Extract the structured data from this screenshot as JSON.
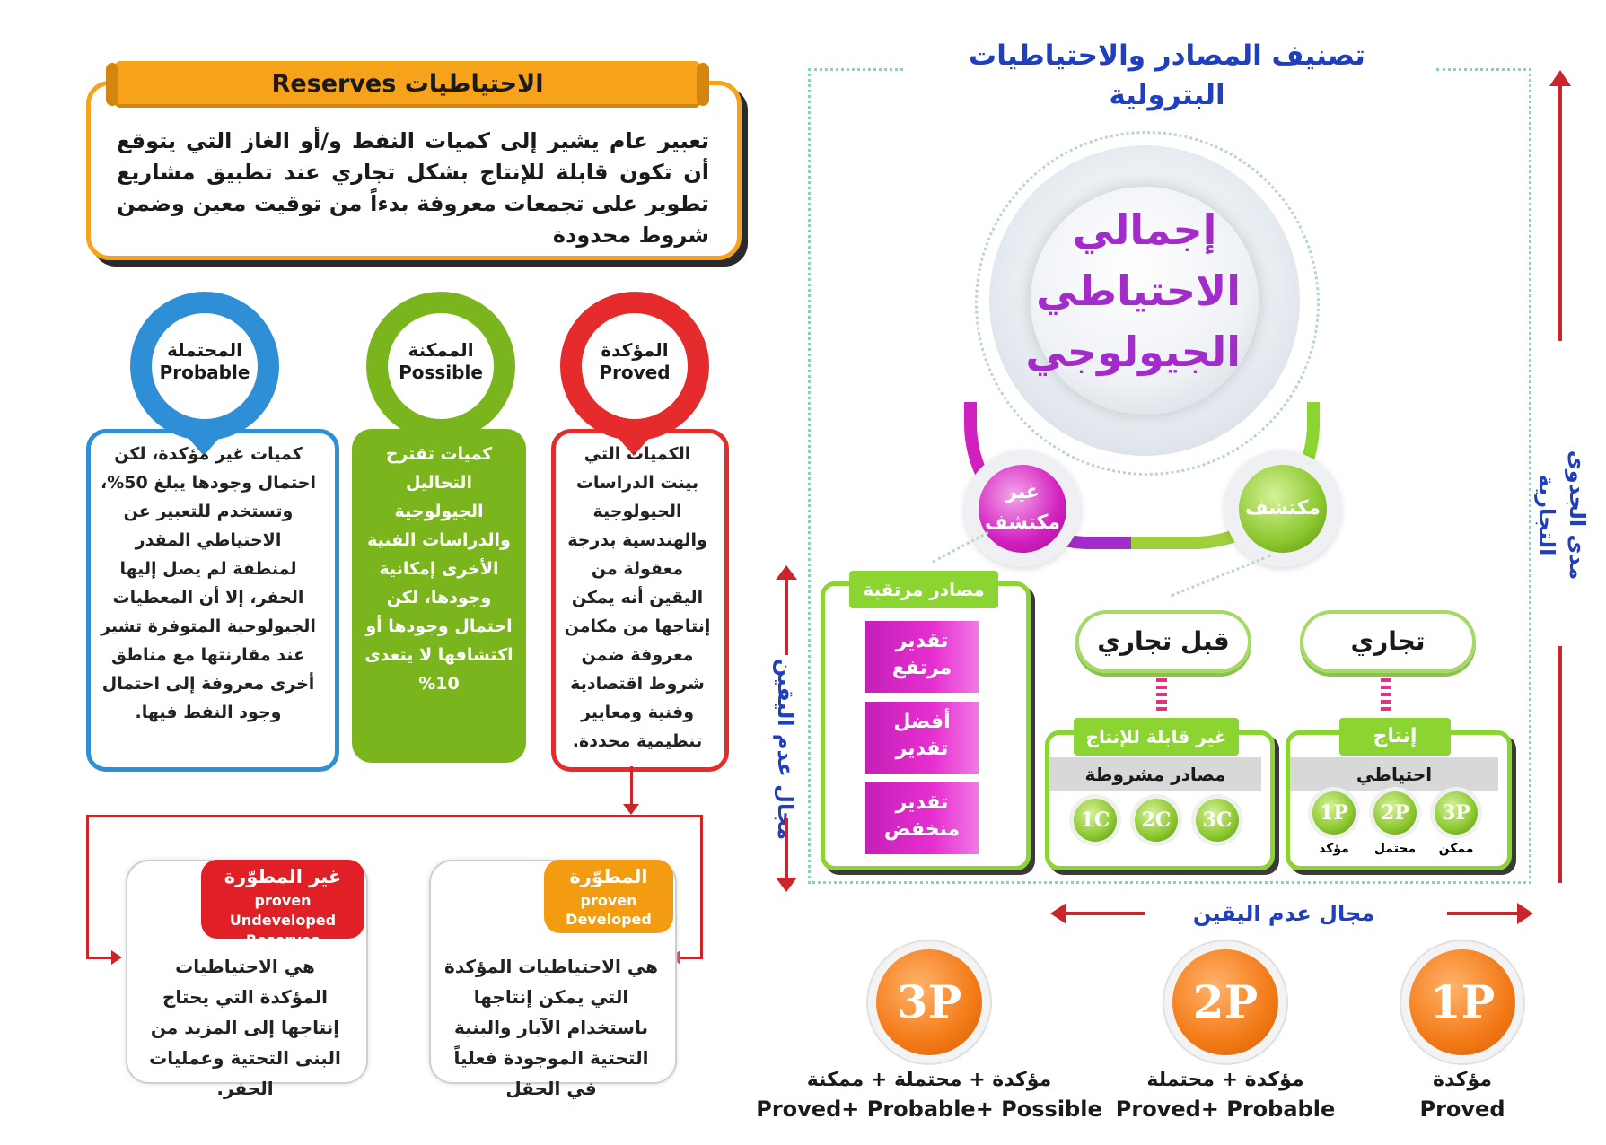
{
  "reserves": {
    "title": "الاحتياطيات Reserves",
    "description": "تعبير عام يشير إلى كميات النفط و/أو الغاز التي يتوقع أن تكون قابلة للإنتاج بشكل تجاري عند تطبيق مشاريع تطوير على تجمعات معروفة بدءاً من توقيت معين وضمن شروط محدودة"
  },
  "categories": {
    "probable": {
      "ar": "المحتملة",
      "en": "Probable",
      "text": "كميات غير مؤكدة، لكن احتمال وجودها يبلغ 50%، وتستخدم للتعبير عن الاحتياطي المقدر لمنطقة لم يصل إليها الحفر، إلا أن المعطيات الجيولوجية المتوفرة تشير عند مقارنتها مع مناطق أخرى معروفة إلى احتمال وجود النفط فيها.",
      "color": "#2e8fd6"
    },
    "possible": {
      "ar": "الممكنة",
      "en": "Possible",
      "text": "كميات تقترح التحاليل الجيولوجية والدراسات الفنية الأخرى إمكانية وجودها، لكن احتمال وجودها أو اكتشافها لا يتعدى 10%",
      "color": "#7bb51e"
    },
    "proved": {
      "ar": "المؤكدة",
      "en": "Proved",
      "text": "الكميات التي بينت الدراسات الجيولوجية والهندسية بدرجة معقولة من اليقين أنه يمكن إنتاجها من مكامن معروفة ضمن شروط اقتصادية وفنية ومعايير تنظيمية محددة.",
      "color": "#e52b2b"
    }
  },
  "developed": {
    "undeveloped": {
      "ar": "غير المطوّرة",
      "en": "proven Undeveloped Reserves",
      "text": "هي الاحتياطيات المؤكدة التي يحتاج إنتاجها إلى المزيد من البنى التحتية وعمليات الحفر.",
      "color": "#e01f26"
    },
    "developed": {
      "ar": "المطوّرة",
      "en": "proven Developed",
      "text": "هي الاحتياطيات المؤكدة التي يمكن إنتاجها باستخدام الآبار والبنية التحتية الموجودة فعلياً في الحقل",
      "color": "#f39c12"
    }
  },
  "diagram": {
    "title": "تصنيف المصادر والاحتياطيات البترولية",
    "center": "إجمالي الاحتياطي الجيولوجي",
    "undiscovered": "غير مكتشف",
    "discovered": "مكتشف",
    "prospective": {
      "title": "مصادر مرتقبة",
      "items": [
        "تقدير مرتفع",
        "أفضل تقدير",
        "تقدير منخفض"
      ]
    },
    "sub_commercial": {
      "title": "قبل تجاري",
      "tab": "غير قابلة للإنتاج",
      "band": "مصادر مشروطة",
      "balls": [
        "1C",
        "2C",
        "3C"
      ]
    },
    "commercial": {
      "title": "تجاري",
      "tab": "إنتاج",
      "band": "احتياطي",
      "balls": [
        "1P",
        "2P",
        "3P"
      ],
      "ball_labels": [
        "مؤكد",
        "محتمل",
        "ممكن"
      ]
    },
    "axis_commerciality": "مدى الجدوى التجارية",
    "axis_uncertainty_h": "مجال عدم اليقين",
    "axis_uncertainty_v": "مجال عدم اليقين"
  },
  "p_levels": [
    {
      "badge": "1P",
      "ar": "مؤكدة",
      "en": "Proved"
    },
    {
      "badge": "2P",
      "ar": "مؤكدة + محتملة",
      "en": "Proved+ Probable"
    },
    {
      "badge": "3P",
      "ar": "مؤكدة + محتملة + ممكنة",
      "en": "Proved+ Probable+ Possible"
    }
  ],
  "colors": {
    "orange": "#f7a21b",
    "green": "#8bd431",
    "magenta": "#d21fbf",
    "blue_text": "#1f3fbf",
    "dark_red": "#c9252b"
  }
}
